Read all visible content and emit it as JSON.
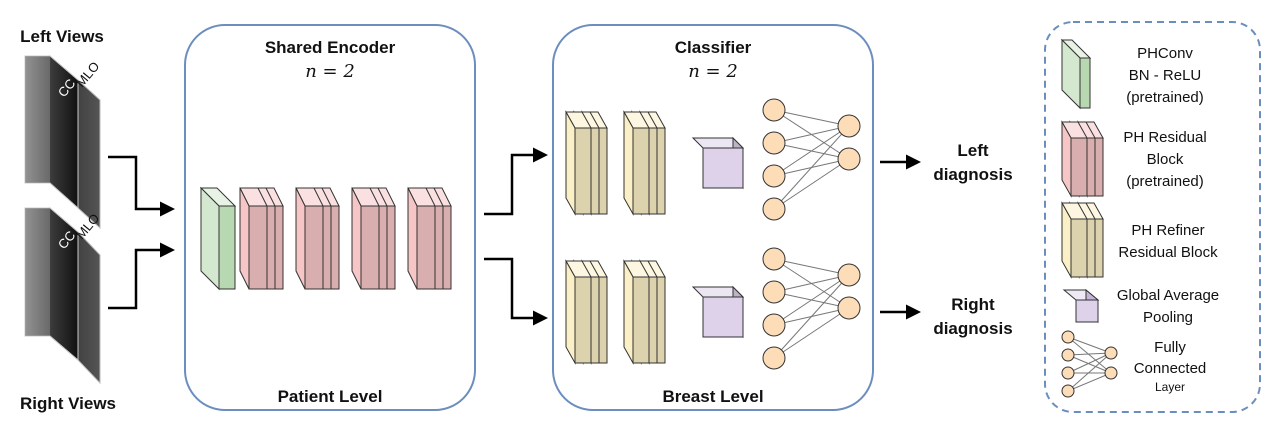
{
  "inputs": {
    "left_label": "Left Views",
    "right_label": "Right Views",
    "view_cc": "CC",
    "view_mlo": "MLO"
  },
  "encoder": {
    "title": "Shared Encoder",
    "n_label": "n = 2",
    "footer": "Patient Level"
  },
  "classifier": {
    "title": "Classifier",
    "n_label": "n = 2",
    "footer": "Breast Level"
  },
  "outputs": {
    "left": [
      "Left",
      "diagnosis"
    ],
    "right": [
      "Right",
      "diagnosis"
    ]
  },
  "legend": {
    "phconv": [
      "PHConv",
      "BN - ReLU",
      "(pretrained)"
    ],
    "residual": [
      "PH Residual",
      "Block",
      "(pretrained)"
    ],
    "refiner": [
      "PH Refiner",
      "Residual Block"
    ],
    "gap": [
      "Global Average",
      "Pooling"
    ],
    "fc": [
      "Fully",
      "Connected",
      "Layer"
    ]
  },
  "colors": {
    "green": "#d4e8d0",
    "pink": "#f6c6c6",
    "beige": "#fbefc6",
    "purple": "#ddd2ea",
    "node": "#fddcb8",
    "box_border": "#6c8ebf"
  }
}
